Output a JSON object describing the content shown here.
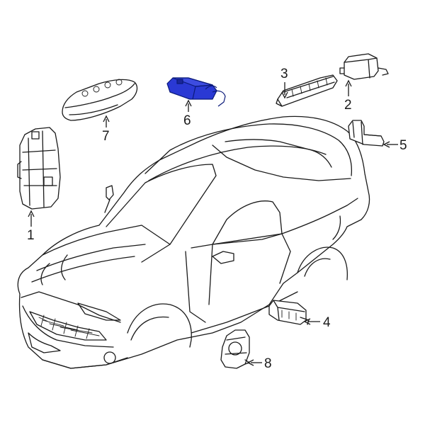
{
  "diagram": {
    "highlight_color": "#2233cc",
    "line_color": "#1a1a1a",
    "background": "#ffffff",
    "callouts": [
      {
        "id": "1",
        "label": "1"
      },
      {
        "id": "2",
        "label": "2"
      },
      {
        "id": "3",
        "label": "3"
      },
      {
        "id": "4",
        "label": "4"
      },
      {
        "id": "5",
        "label": "5"
      },
      {
        "id": "6",
        "label": "6"
      },
      {
        "id": "7",
        "label": "7"
      },
      {
        "id": "8",
        "label": "8"
      }
    ]
  }
}
